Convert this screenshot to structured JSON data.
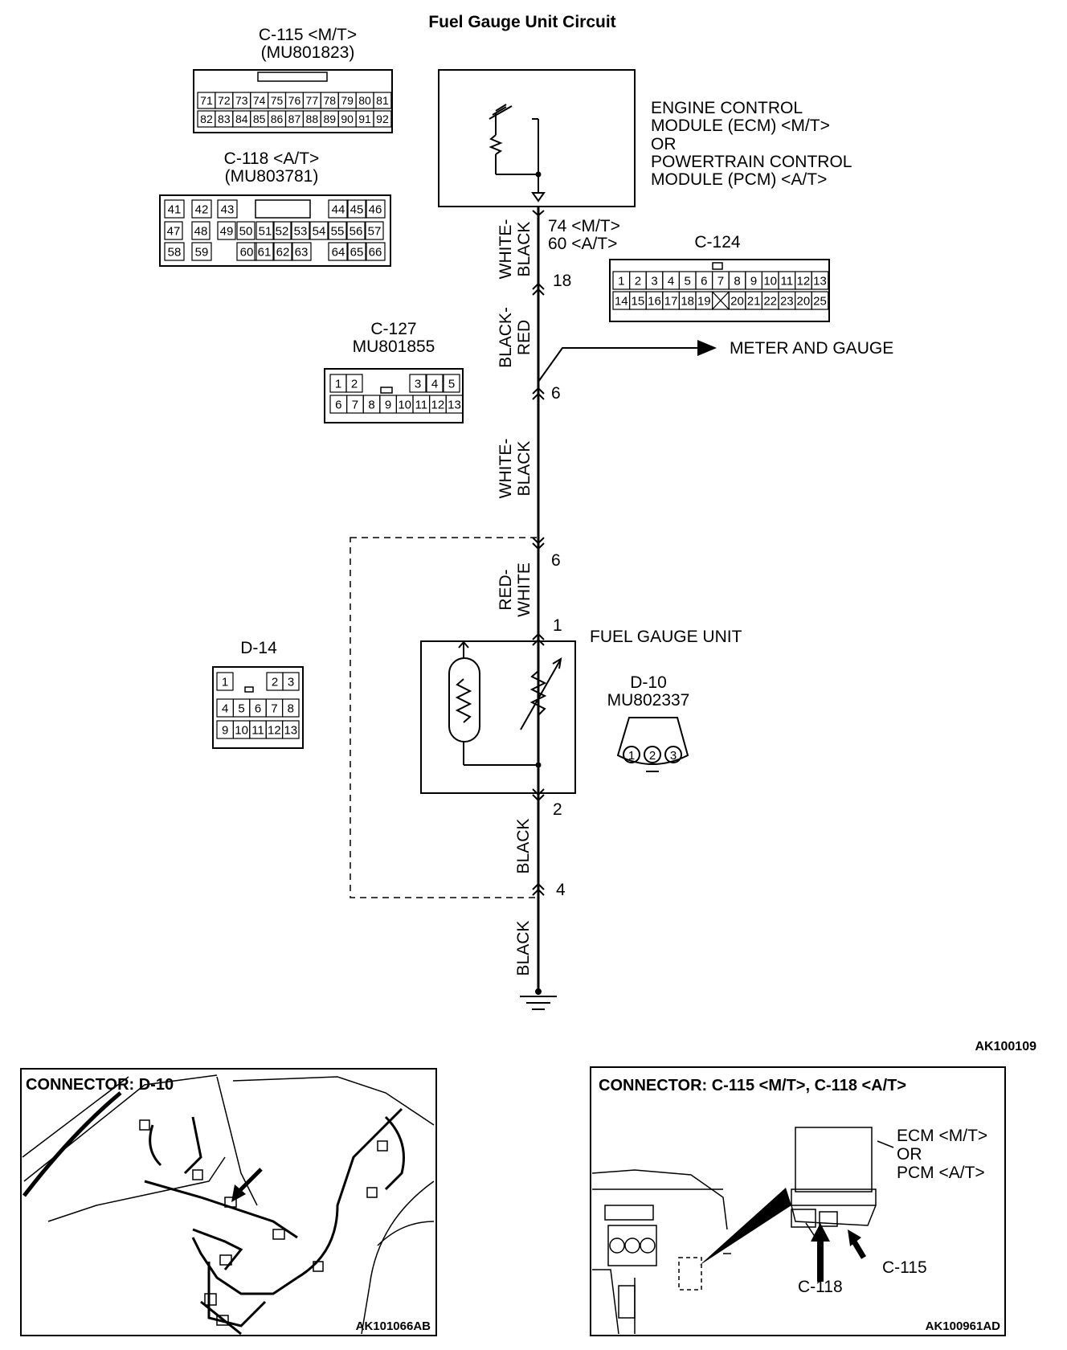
{
  "title": "Fuel Gauge Unit Circuit",
  "figure_code": "AK100109",
  "ecm": {
    "lines": [
      "ENGINE CONTROL",
      "MODULE (ECM) <M/T>",
      "OR",
      "POWERTRAIN CONTROL",
      "MODULE (PCM) <A/T>"
    ]
  },
  "connectors": {
    "c115": {
      "name": "C-115 <M/T>",
      "part": "(MU801823)",
      "row1": [
        "71",
        "72",
        "73",
        "74",
        "75",
        "76",
        "77",
        "78",
        "79",
        "80",
        "81"
      ],
      "row2": [
        "82",
        "83",
        "84",
        "85",
        "86",
        "87",
        "88",
        "89",
        "90",
        "91",
        "92"
      ]
    },
    "c118": {
      "name": "C-118 <A/T>",
      "part": "(MU803781)",
      "row1": [
        "41",
        "42",
        "43",
        "44",
        "45",
        "46"
      ],
      "row2": [
        "47",
        "48",
        "49",
        "50",
        "51",
        "52",
        "53",
        "54",
        "55",
        "56",
        "57"
      ],
      "row3": [
        "58",
        "59",
        "60",
        "61",
        "62",
        "63",
        "64",
        "65",
        "66"
      ]
    },
    "c124": {
      "name": "C-124",
      "row1": [
        "1",
        "2",
        "3",
        "4",
        "5",
        "6",
        "7",
        "8",
        "9",
        "10",
        "11",
        "12",
        "13"
      ],
      "row2": [
        "14",
        "15",
        "16",
        "17",
        "18",
        "19",
        "20",
        "21",
        "22",
        "23",
        "20",
        "25"
      ]
    },
    "c127": {
      "name": "C-127",
      "part": "MU801855",
      "row1": [
        "1",
        "2",
        "3",
        "4",
        "5"
      ],
      "row2": [
        "6",
        "7",
        "8",
        "9",
        "10",
        "11",
        "12",
        "13"
      ]
    },
    "d14": {
      "name": "D-14",
      "row1": [
        "1",
        "2",
        "3"
      ],
      "row2": [
        "4",
        "5",
        "6",
        "7",
        "8"
      ],
      "row3": [
        "9",
        "10",
        "11",
        "12",
        "13"
      ]
    },
    "d10": {
      "name": "D-10",
      "part": "MU802337",
      "pins": [
        "1",
        "2",
        "3"
      ]
    }
  },
  "pins": {
    "ecm_pin": [
      "74 <M/T>",
      "60 <A/T>"
    ],
    "p18": "18",
    "p6a": "6",
    "p6b": "6",
    "p1": "1",
    "p2": "2",
    "p4": "4"
  },
  "wires": {
    "w1": [
      "WHITE-",
      "BLACK"
    ],
    "w2": [
      "BLACK-",
      "RED"
    ],
    "w3": [
      "WHITE-",
      "BLACK"
    ],
    "w4": [
      "RED-",
      "WHITE"
    ],
    "w5": "BLACK",
    "w6": "BLACK"
  },
  "meter_label": "METER AND GAUGE",
  "fuel_gauge_label": "FUEL GAUGE UNIT",
  "panels": {
    "left": {
      "title": "CONNECTOR: D-10",
      "code": "AK101066AB"
    },
    "right": {
      "title": "CONNECTOR: C-115 <M/T>, C-118 <A/T>",
      "ecm_lines": [
        "ECM <M/T>",
        "OR",
        "PCM <A/T>"
      ],
      "arrow1": "C-118",
      "arrow2": "C-115",
      "code": "AK100961AD"
    }
  }
}
